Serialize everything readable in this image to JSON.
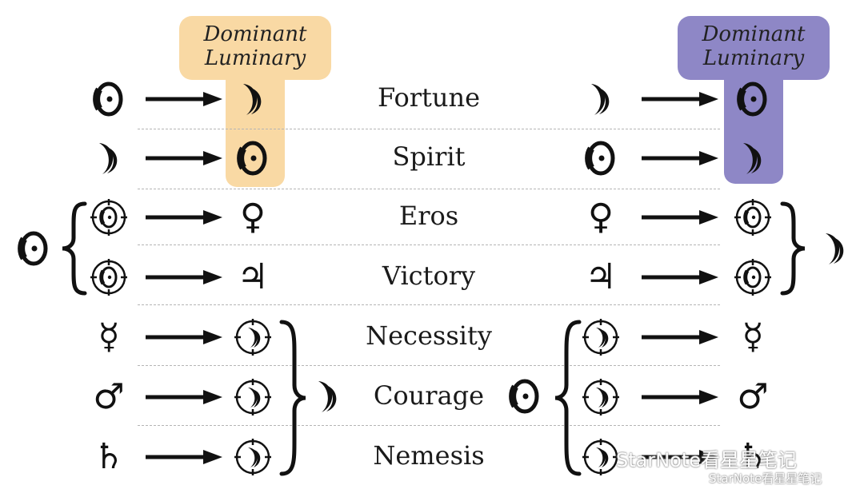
{
  "colors": {
    "diurnal_highlight": "#f9d9a4",
    "nocturnal_highlight": "#8e87c6",
    "ink": "#111111",
    "divider": "#b5b5b5"
  },
  "headers": {
    "left": {
      "line1": "Dominant",
      "line2": "Luminary"
    },
    "right": {
      "line1": "Dominant",
      "line2": "Luminary"
    }
  },
  "lots": [
    {
      "name": "Fortune",
      "left_from": "sun",
      "left_to": "moon",
      "right_from": "moon",
      "right_to": "sun"
    },
    {
      "name": "Spirit",
      "left_from": "moon",
      "left_to": "sun",
      "right_from": "sun",
      "right_to": "moon"
    },
    {
      "name": "Eros",
      "left_from": "lot-of-spirit",
      "left_to": "venus",
      "right_from": "venus",
      "right_to": "lot-of-spirit"
    },
    {
      "name": "Victory",
      "left_from": "lot-of-spirit",
      "left_to": "jupiter",
      "right_from": "jupiter",
      "right_to": "lot-of-spirit"
    },
    {
      "name": "Necessity",
      "left_from": "mercury",
      "left_to": "lot-of-fortune",
      "right_from": "lot-of-fortune",
      "right_to": "mercury"
    },
    {
      "name": "Courage",
      "left_from": "mars",
      "left_to": "lot-of-fortune",
      "right_from": "lot-of-fortune",
      "right_to": "mars"
    },
    {
      "name": "Nemesis",
      "left_from": "saturn",
      "left_to": "lot-of-fortune",
      "right_from": "lot-of-fortune",
      "right_to": "saturn"
    }
  ],
  "glyphs": {
    "venus": "♀",
    "jupiter": "♃",
    "mercury": "☿",
    "mars": "♂",
    "saturn": "♄"
  },
  "watermark": {
    "main": "StarNote看星星笔记",
    "sub": "StarNote看星星笔记"
  }
}
